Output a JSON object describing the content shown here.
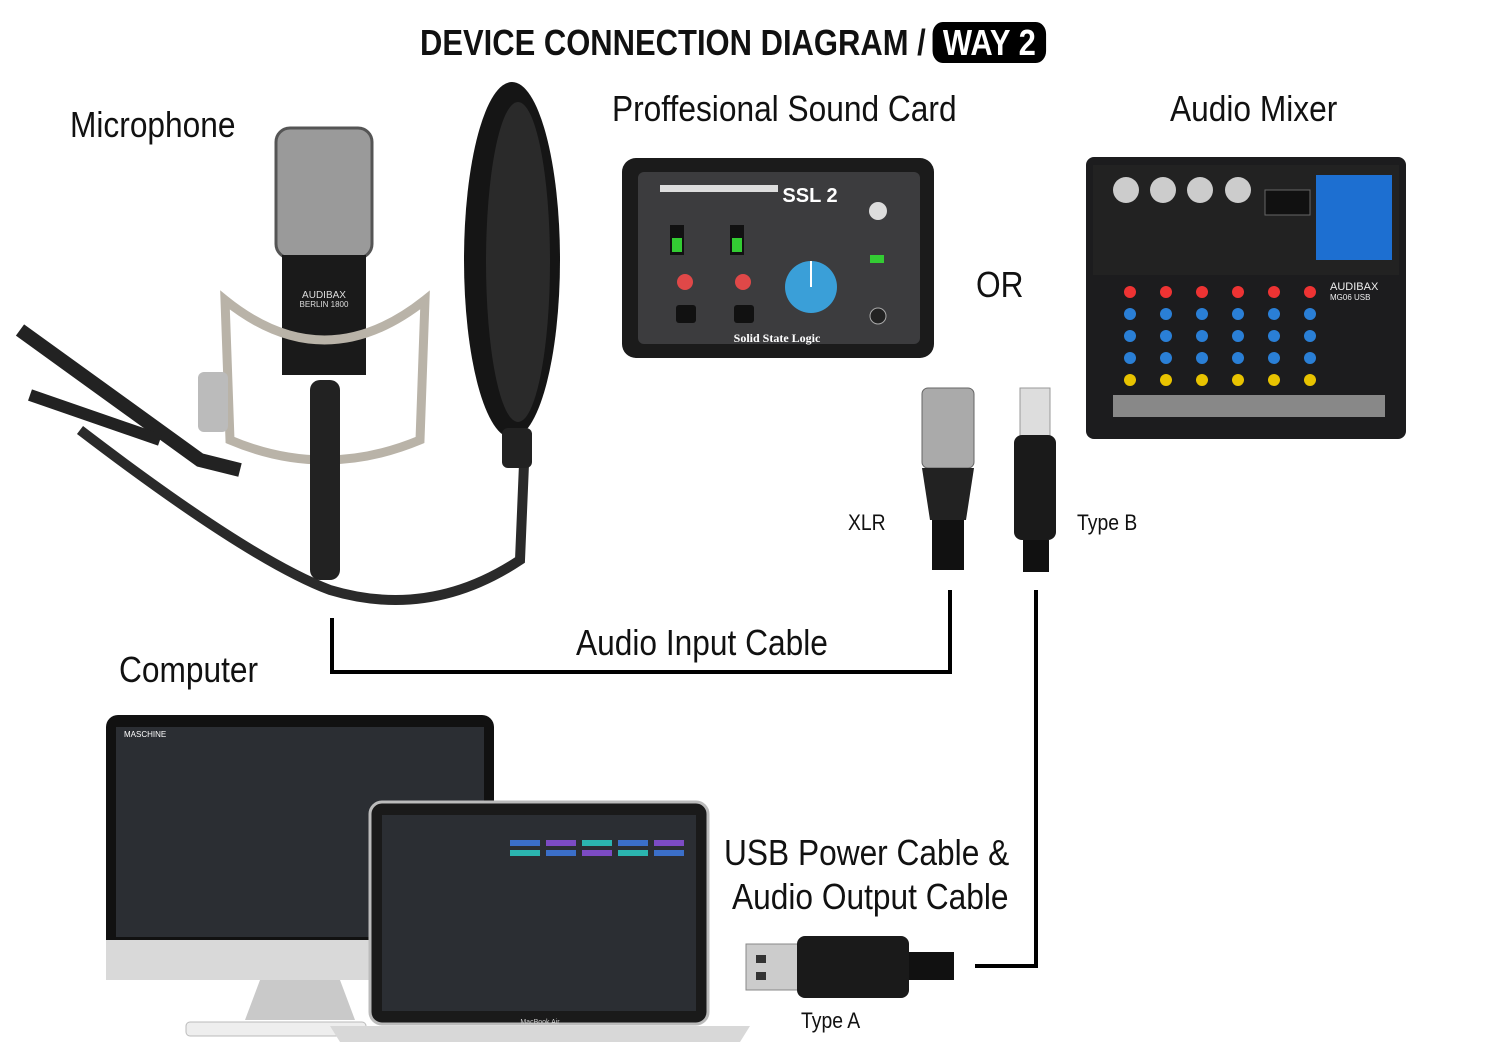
{
  "title": {
    "main": "DEVICE CONNECTION DIAGRAM /",
    "badge": "WAY 2"
  },
  "labels": {
    "microphone": "Microphone",
    "sound_card": "Proffesional Sound Card",
    "audio_mixer": "Audio Mixer",
    "or": "OR",
    "xlr": "XLR",
    "type_b": "Type B",
    "audio_input_cable": "Audio Input Cable",
    "computer": "Computer",
    "usb_cable_line1": "USB Power Cable &",
    "usb_cable_line2": "Audio Output Cable",
    "type_a": "Type A"
  },
  "product_lettering": {
    "sound_card_brand": "SSL 2",
    "sound_card_maker": "Solid State Logic",
    "mic_brand": "AUDIBAX",
    "mic_model": "BERLIN 1800",
    "mixer_brand": "AUDIBAX",
    "mixer_model": "MG06 USB",
    "software": "MASCHINE",
    "laptop": "MacBook Air"
  },
  "colors": {
    "line": "#000000",
    "badge": "#000000",
    "knob_blue": "#3a9fd8",
    "mixer_blue": "#1d6fd1"
  }
}
